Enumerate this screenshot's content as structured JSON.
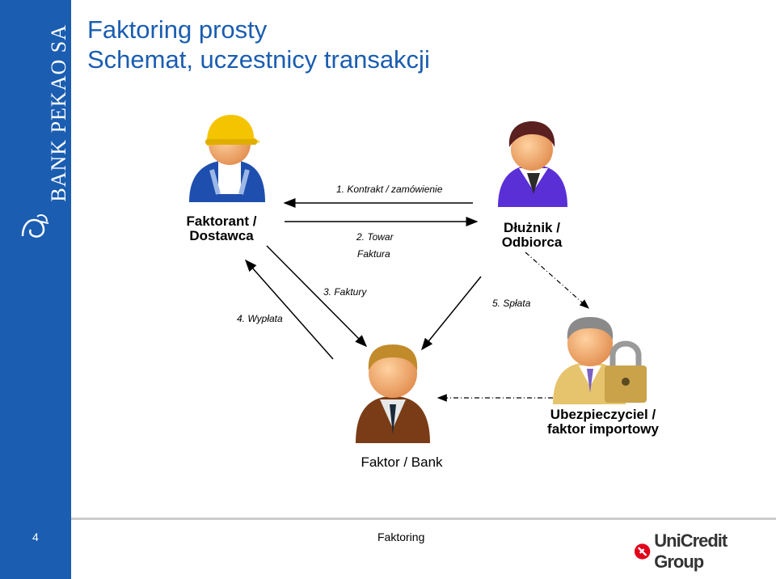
{
  "brand": {
    "name": "BANK PEKAO SA"
  },
  "title": {
    "line1": "Faktoring prosty",
    "line2": "Schemat, uczestnicy transakcji"
  },
  "participants": {
    "dostawca": "Faktorant / Dostawca",
    "dostawca_l1": "Faktorant /",
    "dostawca_l2": "Dostawca",
    "odbiorca_l1": "Dłużnik /",
    "odbiorca_l2": "Odbiorca",
    "ubezpieczyciel_l1": "Ubezpieczyciel  /",
    "ubezpieczyciel_l2": "faktor importowy",
    "faktor": "Faktor / Bank"
  },
  "flows": {
    "f1": "1. Kontrakt / zamówienie",
    "f2": "2. Towar",
    "f2b": "Faktura",
    "f3": "3. Faktury",
    "f4": "4. Wypłata",
    "f5": "5. Spłata"
  },
  "footer": {
    "page": "4",
    "text": "Faktoring",
    "logo": "UniCredit Group"
  },
  "colors": {
    "sidebar": "#1a5db1",
    "title": "#1a5db1"
  }
}
